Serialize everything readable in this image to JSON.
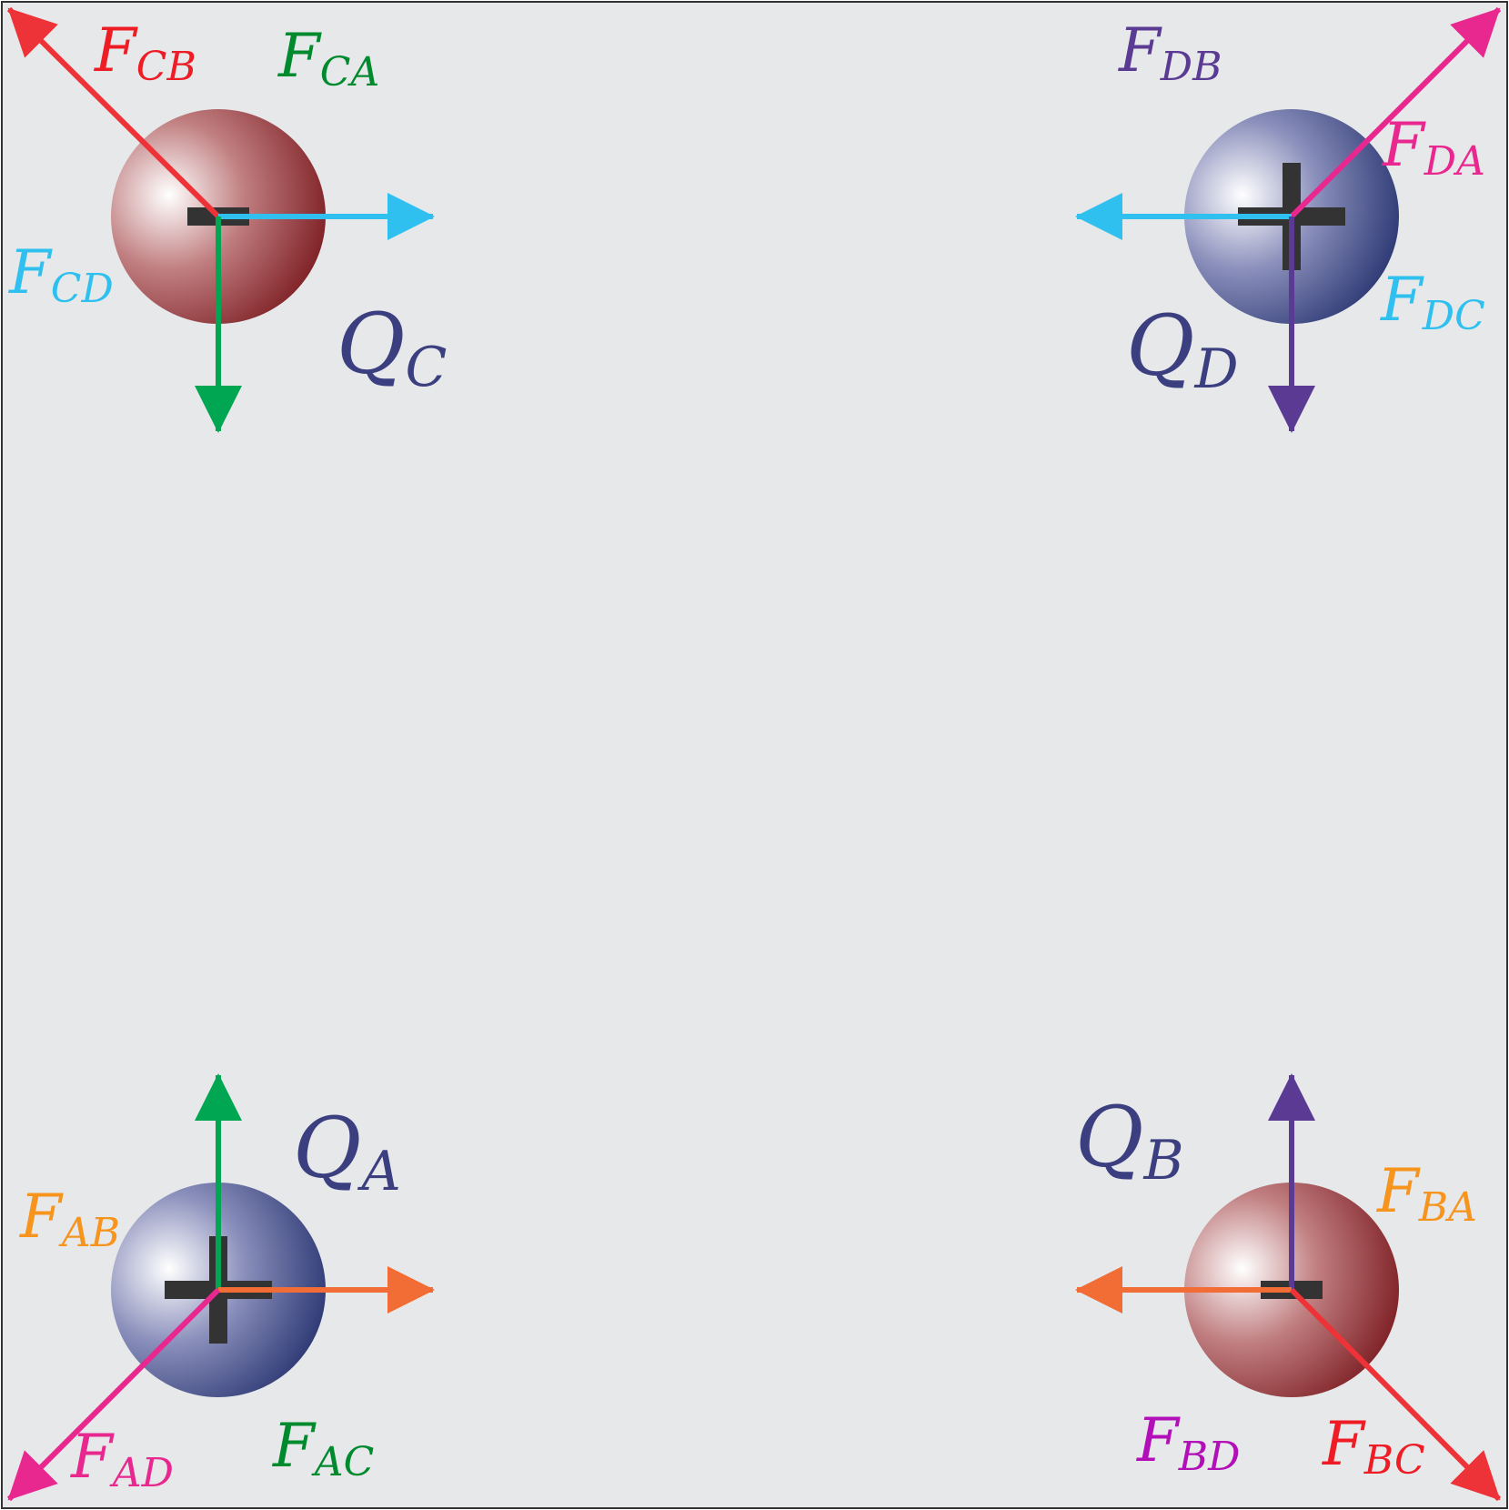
{
  "diagram": {
    "charges": [
      {
        "id": "C",
        "label": "Q",
        "sub": "C",
        "sign": "-",
        "color_scheme": "red"
      },
      {
        "id": "D",
        "label": "Q",
        "sub": "D",
        "sign": "+",
        "color_scheme": "blue"
      },
      {
        "id": "A",
        "label": "Q",
        "sub": "A",
        "sign": "+",
        "color_scheme": "blue"
      },
      {
        "id": "B",
        "label": "Q",
        "sub": "B",
        "sign": "-",
        "color_scheme": "red"
      }
    ],
    "forces": [
      {
        "id": "CB",
        "label": "F",
        "sub": "CB",
        "color": "#ee1d25",
        "direction": "up-left"
      },
      {
        "id": "CA",
        "label": "F",
        "sub": "CA",
        "color": "#008a2e",
        "direction": "down"
      },
      {
        "id": "CD",
        "label": "F",
        "sub": "CD",
        "color": "#2fc0ef",
        "direction": "right"
      },
      {
        "id": "DB",
        "label": "F",
        "sub": "DB",
        "color": "#5a3a92",
        "direction": "down"
      },
      {
        "id": "DA",
        "label": "F",
        "sub": "DA",
        "color": "#e8288f",
        "direction": "up-right"
      },
      {
        "id": "DC",
        "label": "F",
        "sub": "DC",
        "color": "#2fc0ef",
        "direction": "left"
      },
      {
        "id": "AB",
        "label": "F",
        "sub": "AB",
        "color": "#f7941d",
        "direction": "right"
      },
      {
        "id": "AD",
        "label": "F",
        "sub": "AD",
        "color": "#e8288f",
        "direction": "down-left"
      },
      {
        "id": "AC",
        "label": "F",
        "sub": "AC",
        "color": "#008a2e",
        "direction": "up"
      },
      {
        "id": "BA",
        "label": "F",
        "sub": "BA",
        "color": "#f7941d",
        "direction": "left"
      },
      {
        "id": "BD",
        "label": "F",
        "sub": "BD",
        "color": "#b30fb8",
        "direction": "up"
      },
      {
        "id": "BC",
        "label": "F",
        "sub": "BC",
        "color": "#ee1d25",
        "direction": "down-right"
      }
    ],
    "colors": {
      "background": "#e6e8ea",
      "border": "#333333",
      "sign": "#333333",
      "charge_label": "#3b3f80",
      "arrow_green": "#00a651",
      "arrow_cyan": "#2fc0ef",
      "arrow_purple": "#5a3a92",
      "arrow_orange": "#f26d35",
      "arrow_red": "#ee3338",
      "arrow_pink": "#e8288f"
    }
  }
}
